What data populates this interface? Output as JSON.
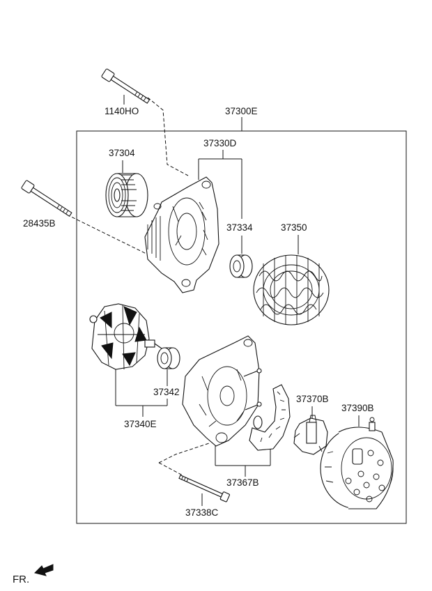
{
  "parts": {
    "assembly": "37300E",
    "bolt_top": "1140HO",
    "bolt_left": "28435B",
    "pulley": "37304",
    "front_bracket": "37330D",
    "front_bearing": "37334",
    "stator": "37350",
    "rotor_bearing": "37342",
    "rotor": "37340E",
    "rear_bracket": "37367B",
    "regulator": "37370B",
    "rear_cover": "37390B",
    "through_bolt": "37338C"
  },
  "direction_label": "FR.",
  "icons": {
    "direction": "arrow-icon"
  }
}
